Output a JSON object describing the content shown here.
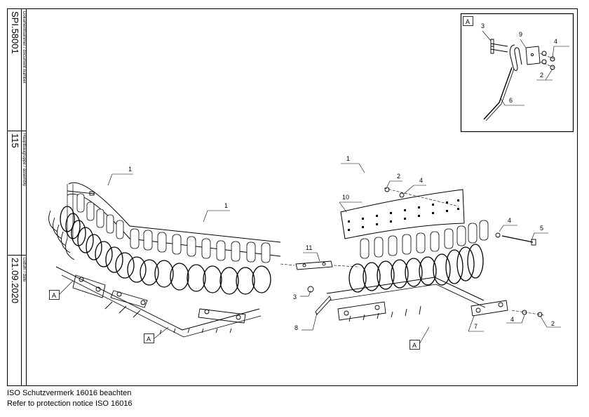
{
  "title_block": {
    "doc_label": "Dokumentnummer / document number",
    "doc_number": "SPI.58001",
    "assembly_label": "Hauptbaugruppe / assembly",
    "assembly_number": "115",
    "date_label": "Datum / date",
    "date": "21.09.2020"
  },
  "notice": {
    "line1": "ISO Schutzvermerk 16016 beachten",
    "line2": "Refer to protection notice ISO 16016"
  },
  "detail_box": {
    "label": "A"
  },
  "callouts": {
    "detail_3": "3",
    "detail_9": "9",
    "detail_4": "4",
    "detail_2": "2",
    "detail_6": "6",
    "left_1a": "1",
    "left_1b": "1",
    "right_1": "1",
    "right_2_top": "2",
    "right_4_top": "4",
    "right_10": "10",
    "right_4_bolt": "4",
    "right_5": "5",
    "mid_11": "11",
    "mid_3": "3",
    "mid_8": "8",
    "right_7": "7",
    "right_4_bottom": "4",
    "right_2_bottom": "2"
  },
  "view_markers": {
    "left_a1": "A",
    "left_a2": "A",
    "right_a": "A"
  }
}
